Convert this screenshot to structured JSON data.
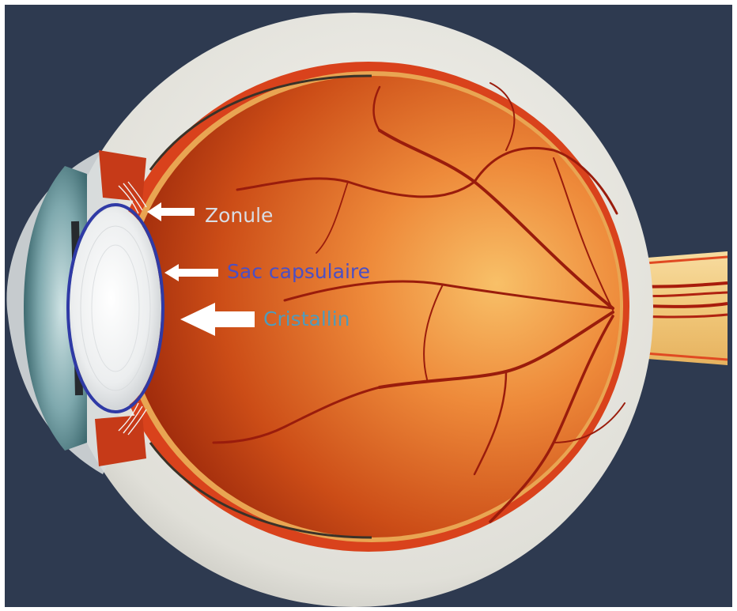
{
  "colors": {
    "background": "#2e3a50",
    "frame": "#ffffff",
    "sclera": "#e2e1db",
    "choroid": "#d9421c",
    "retina_light": "#f6b25a",
    "retina_dark": "#b9330e",
    "vessel": "#9a1c0c",
    "optic_nerve": "#f3cf86",
    "capsule_outline": "#2f3aa6",
    "label_zonule": "#d9dde4",
    "label_sac": "#4b4fc4",
    "label_cristallin": "#4f9bbb",
    "arrow": "#ffffff"
  },
  "labels": {
    "zonule": "Zonule",
    "sac_capsulaire": "Sac capsulaire",
    "cristallin": "Cristallin"
  },
  "icons": {
    "zonule_arrow": "left-arrow",
    "sac_arrow": "left-arrow",
    "cristallin_arrow": "left-arrow"
  }
}
